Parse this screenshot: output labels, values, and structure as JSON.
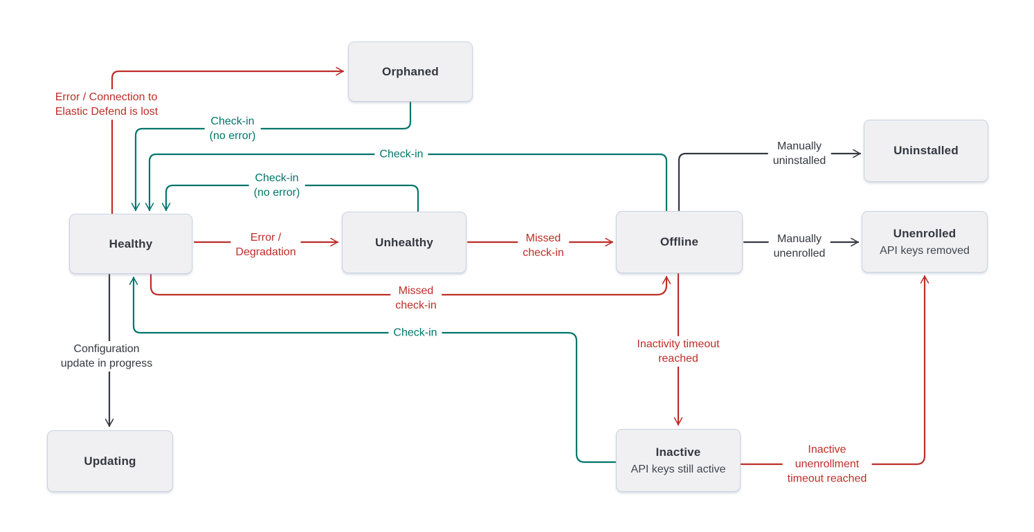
{
  "colors": {
    "red": "#be2d28",
    "teal": "#00756b",
    "ink": "#343741",
    "subtle": "#3f4650",
    "node_fill": "#f0f0f2",
    "node_border": "#c9d3e2",
    "bg": "#ffffff"
  },
  "nodes": {
    "orphaned": {
      "title": "Orphaned"
    },
    "uninstalled": {
      "title": "Uninstalled"
    },
    "healthy": {
      "title": "Healthy"
    },
    "unhealthy": {
      "title": "Unhealthy"
    },
    "offline": {
      "title": "Offline"
    },
    "unenrolled": {
      "title": "Unenrolled",
      "subtitle": "API keys removed"
    },
    "updating": {
      "title": "Updating"
    },
    "inactive": {
      "title": "Inactive",
      "subtitle": "API keys still active"
    }
  },
  "edge_labels": {
    "healthy_to_orphaned": "Error / Connection to\nElastic Defend is lost",
    "orphaned_to_healthy": "Check-in\n(no error)",
    "offline_to_healthy": "Check-in",
    "unhealthy_to_healthy": "Check-in\n(no error)",
    "healthy_to_unhealthy": "Error /\nDegradation",
    "unhealthy_to_offline": "Missed\ncheck-in",
    "offline_to_uninstalled": "Manually\nuninstalled",
    "offline_to_unenrolled": "Manually\nunenrolled",
    "healthy_to_offline": "Missed\ncheck-in",
    "inactive_to_healthy": "Check-in",
    "healthy_to_updating": "Configuration\nupdate in progress",
    "offline_to_inactive": "Inactivity timeout\nreached",
    "inactive_to_unenrolled": "Inactive\nunenrollment\ntimeout reached"
  }
}
